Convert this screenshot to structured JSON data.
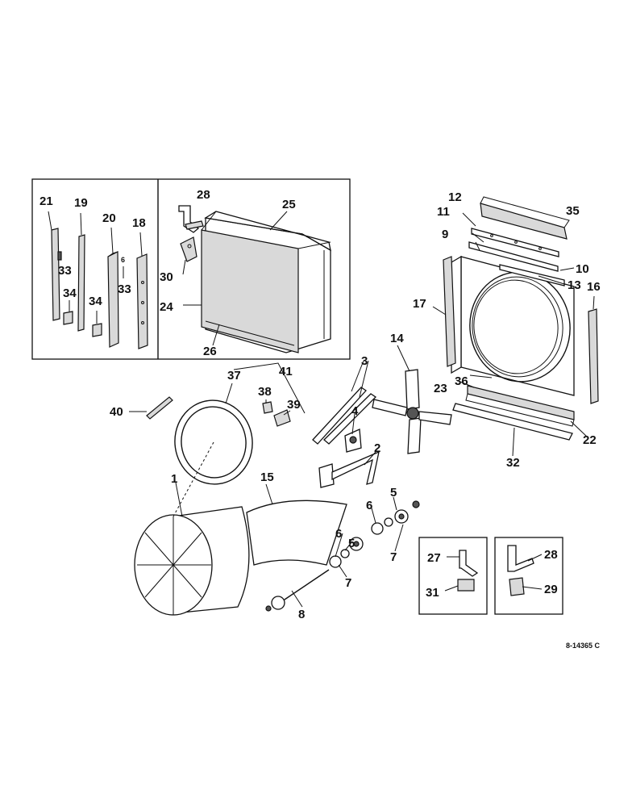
{
  "callouts": {
    "p1": "1",
    "p2": "2",
    "p3": "3",
    "p4": "4",
    "p5a": "5",
    "p5b": "5",
    "p6a": "6",
    "p6b": "6",
    "p7a": "7",
    "p7b": "7",
    "p8": "8",
    "p9": "9",
    "p10": "10",
    "p11": "11",
    "p12": "12",
    "p13": "13",
    "p14": "14",
    "p15": "15",
    "p16": "16",
    "p17": "17",
    "p18": "18",
    "p19": "19",
    "p20": "20",
    "p21": "21",
    "p22": "22",
    "p23": "23",
    "p24": "24",
    "p25": "25",
    "p26": "26",
    "p27": "27",
    "p28a": "28",
    "p28b": "28",
    "p29": "29",
    "p30": "30",
    "p31": "31",
    "p32": "32",
    "p33a": "33",
    "p33b": "33",
    "p34a": "34",
    "p34b": "34",
    "p35": "35",
    "p36": "36",
    "p37": "37",
    "p38": "38",
    "p39": "39",
    "p40": "40",
    "p41": "41",
    "p6c": "6"
  },
  "drawing_number": "8-14365 C"
}
